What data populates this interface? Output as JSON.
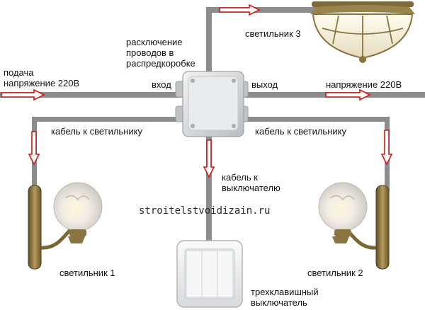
{
  "labels": {
    "supply_in": "подача\nнапряжение 220В",
    "junction_box": "расключение\nпроводов в\nраспредкоробке",
    "input": "вход",
    "output": "выход",
    "voltage_out": "напряжение 220В",
    "lamp3": "светильник 3",
    "cable_left": "кабель к светильнику",
    "cable_right": "кабель к светильнику",
    "cable_switch": "кабель к\nвыключателю",
    "lamp1": "светильник 1",
    "lamp2": "светильник 2",
    "switch": "трехклавишный\nвыключатель"
  },
  "watermark": "stroitelstvoidizain.ru",
  "colors": {
    "wire": "#8c8c8c",
    "arrow_fill": "#ffffff",
    "arrow_stroke": "#d01818",
    "brass": "#8a7440",
    "glass": "#f4f1ea",
    "box": "#d8dbde"
  }
}
